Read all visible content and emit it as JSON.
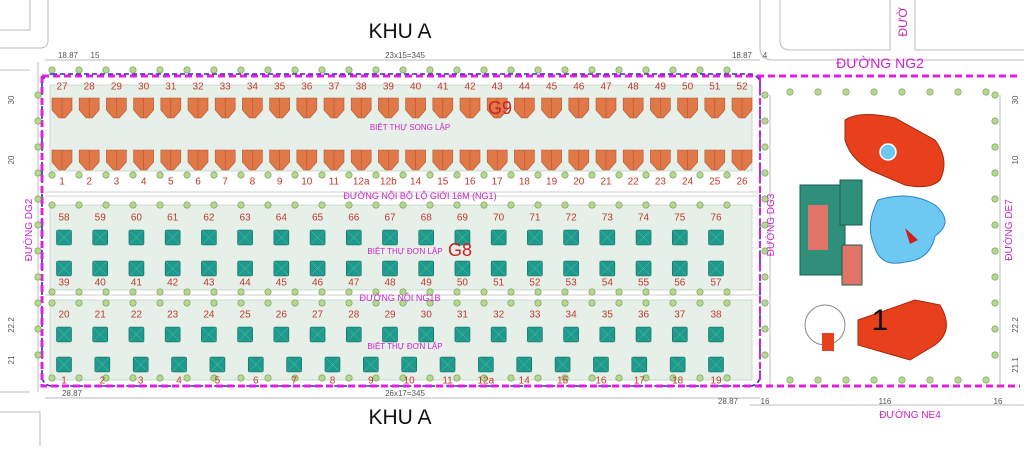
{
  "titles": {
    "top": "KHU A",
    "bottom": "KHU A"
  },
  "blocks": {
    "g9": "G9",
    "g8": "G8",
    "park": "1"
  },
  "roads": {
    "ng2": "ĐƯỜNG NG2",
    "dg2": "ĐƯỜNG DG2",
    "dg3": "ĐƯỜNG DG3",
    "de7": "ĐƯỜNG DE7",
    "ne4": "ĐƯỜNG NE4",
    "top_vertical": "ĐƯỜ",
    "ng1": "ĐƯỜNG NỘI BỘ LỘ GIỚI 16M (NG1)",
    "ng1b": "ĐƯỜNG NỘI NG1B"
  },
  "zone_labels": {
    "twin_villa": "BIỆT THỰ SONG LẬP",
    "single_villa_mid": "BIỆT THỰ ĐƠN LẬP",
    "single_villa_bottom": "BIỆT THỰ ĐƠN LẬP"
  },
  "dimensions": {
    "top_left_a": "18.87",
    "top_left_b": "15",
    "top_mid": "23x15=345",
    "top_right": "18.87",
    "top_right_b": "4",
    "bottom_left": "28.87",
    "bottom_mid": "26x17=345",
    "bottom_right": "28.87",
    "bottom_r2": "16",
    "bottom_r3": "116",
    "bottom_r4": "16",
    "left_a": "30",
    "left_b": "20",
    "left_c": "22.2",
    "left_d": "21",
    "right_a": "30",
    "right_b": "10",
    "right_c": "22.2",
    "right_d": "21.1"
  },
  "lots": {
    "row1": [
      "27",
      "28",
      "29",
      "30",
      "31",
      "32",
      "33",
      "34",
      "35",
      "36",
      "37",
      "38",
      "39",
      "40",
      "41",
      "42",
      "43",
      "44",
      "45",
      "46",
      "47",
      "48",
      "49",
      "50",
      "51",
      "52"
    ],
    "row2": [
      "1",
      "2",
      "3",
      "4",
      "5",
      "6",
      "7",
      "8",
      "9",
      "10",
      "11",
      "12a",
      "12b",
      "14",
      "15",
      "16",
      "17",
      "18",
      "19",
      "20",
      "21",
      "22",
      "23",
      "24",
      "25",
      "26"
    ],
    "row3": [
      "58",
      "59",
      "60",
      "61",
      "62",
      "63",
      "64",
      "65",
      "66",
      "67",
      "68",
      "69",
      "70",
      "71",
      "72",
      "73",
      "74",
      "75",
      "76"
    ],
    "row4": [
      "39",
      "40",
      "41",
      "42",
      "43",
      "44",
      "45",
      "46",
      "47",
      "48",
      "49",
      "50",
      "51",
      "52",
      "53",
      "54",
      "55",
      "56",
      "57"
    ],
    "row5": [
      "20",
      "21",
      "22",
      "23",
      "24",
      "25",
      "26",
      "27",
      "28",
      "29",
      "30",
      "31",
      "32",
      "33",
      "34",
      "35",
      "36",
      "37",
      "38"
    ],
    "row6": [
      "1",
      "2",
      "3",
      "4",
      "5",
      "6",
      "7",
      "8",
      "9",
      "10",
      "11",
      "12a",
      "14",
      "15",
      "16",
      "17",
      "18",
      "19"
    ]
  },
  "colors": {
    "lot_number": "#c0392b",
    "road_label": "#cc22cc",
    "boundary_magenta": "#e020e0",
    "boundary_blue": "#2a2acc",
    "villa_orange": "#e07848",
    "villa_teal": "#1e9a8c",
    "lot_fill": "#d8eadf",
    "park_red": "#e8401c",
    "pool_blue": "#6ec9f2"
  }
}
